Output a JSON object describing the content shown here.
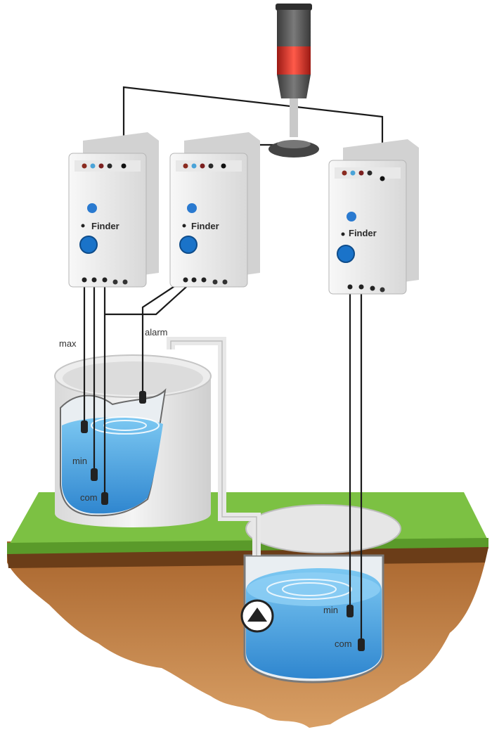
{
  "relays": [
    {
      "brand": "Finder"
    },
    {
      "brand": "Finder"
    },
    {
      "brand": "Finder"
    }
  ],
  "labels": {
    "max": "max",
    "alarm": "alarm",
    "min_upper": "min",
    "com_upper": "com",
    "min_lower": "min",
    "com_lower": "com"
  },
  "colors": {
    "water": "#3a9ad9",
    "grass": "#7cc143",
    "soil": "#c98a4a",
    "beacon": "#e8332a",
    "knob": "#1a73c9"
  },
  "icons": {
    "pump": "pump-triangle-icon",
    "beacon": "warning-beacon-icon"
  }
}
